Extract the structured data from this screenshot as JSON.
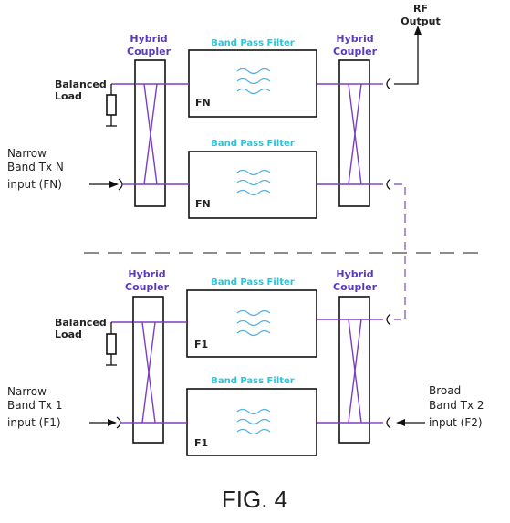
{
  "coupler_label_1": "Hybrid",
  "coupler_label_2": "Coupler",
  "filter_label": "Band Pass Filter",
  "balanced_load_1": "Balanced",
  "balanced_load_2": "Load",
  "rf_output_1": "RF",
  "rf_output_2": "Output",
  "input_fn": [
    "Narrow",
    "Band Tx N",
    "input (FN)"
  ],
  "input_f1": [
    "Narrow",
    "Band Tx 1",
    "input (F1)"
  ],
  "input_f2": [
    "Broad",
    "Band Tx 2",
    "input (F2)"
  ],
  "filter_fn": "FN",
  "filter_f1": "F1",
  "figure_caption": "FIG. 4"
}
